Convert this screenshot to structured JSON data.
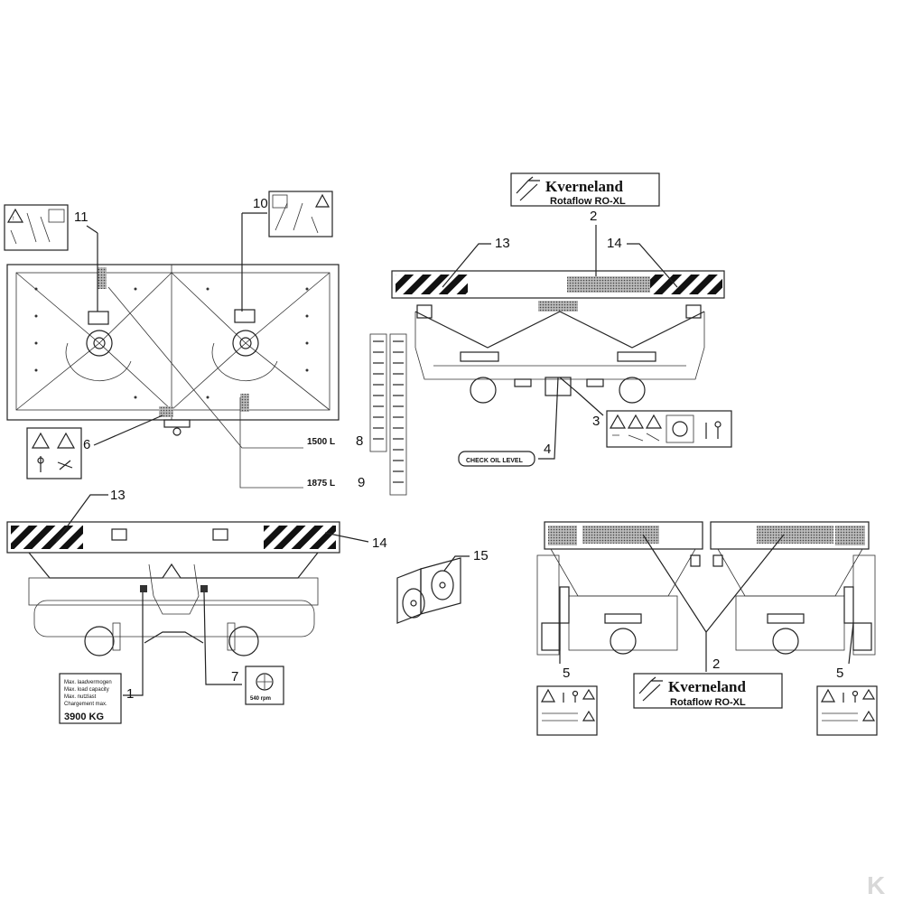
{
  "callouts": {
    "c1": "1",
    "c2_top": "2",
    "c2_bottom": "2",
    "c3": "3",
    "c4": "4",
    "c5_left": "5",
    "c5_right": "5",
    "c6": "6",
    "c7": "7",
    "c8": "8",
    "c9": "9",
    "c10": "10",
    "c11": "11",
    "c13_top": "13",
    "c13_left": "13",
    "c14_top": "14",
    "c14_left": "14",
    "c15": "15"
  },
  "labels": {
    "capacity_1500": "1500 L",
    "capacity_1875": "1875 L",
    "check_oil_level": "CHECK OIL LEVEL",
    "max_load": "3900 KG",
    "rpm": "540 rpm",
    "load_lines": [
      "Max. laadvermogen",
      "Max. load capacity",
      "Max. nutzlast",
      "Chargement max."
    ]
  },
  "brand": {
    "name": "Kverneland",
    "model": "Rotaflow RO-XL"
  },
  "watermark": "K"
}
